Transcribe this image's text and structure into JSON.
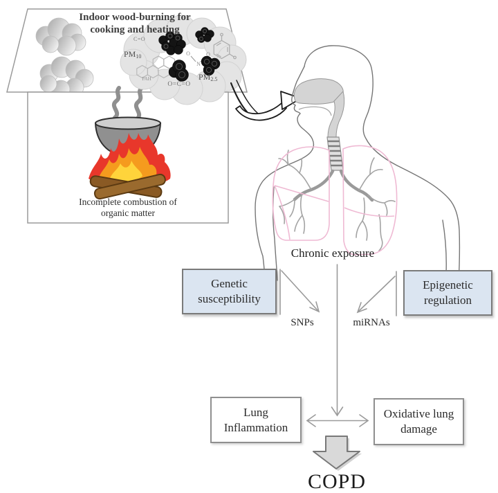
{
  "panel_house": {
    "title_line1": "Indoor wood-burning for",
    "title_line2": "cooking and heating",
    "caption_line1": "Incomplete combustion of",
    "caption_line2": "organic matter",
    "emissions": {
      "co": "C=O",
      "pm10_base": "PM",
      "pm10_sub": "10",
      "pah": "PAH",
      "no2_o_left": "O",
      "no2_n": "N",
      "no2_o_right": "O",
      "pm25_base": "PM",
      "pm25_sub": "2.5",
      "co2": "O=C=O"
    }
  },
  "pathway": {
    "chronic_exposure": "Chronic exposure",
    "genetic_line1": "Genetic",
    "genetic_line2": "susceptibility",
    "epigenetic_line1": "Epigenetic",
    "epigenetic_line2": "regulation",
    "snps": "SNPs",
    "mirnas": "miRNAs",
    "inflammation_line1": "Lung",
    "inflammation_line2": "Inflammation",
    "oxidative_line1": "Oxidative lung",
    "oxidative_line2": "damage",
    "outcome": "COPD"
  },
  "colors": {
    "factor_box_fill": "#dbe5f1",
    "box_border": "#7a7a7a",
    "lung_outline_pink": "#efb9d3",
    "arrow_gray": "#9a9a9a",
    "cloud_gray": "#e4e4e4",
    "flame_red": "#e8372b",
    "flame_orange": "#f59b1e",
    "flame_yellow": "#ffd43b",
    "log_brown": "#8a5a24",
    "pot_gray": "#909090"
  }
}
